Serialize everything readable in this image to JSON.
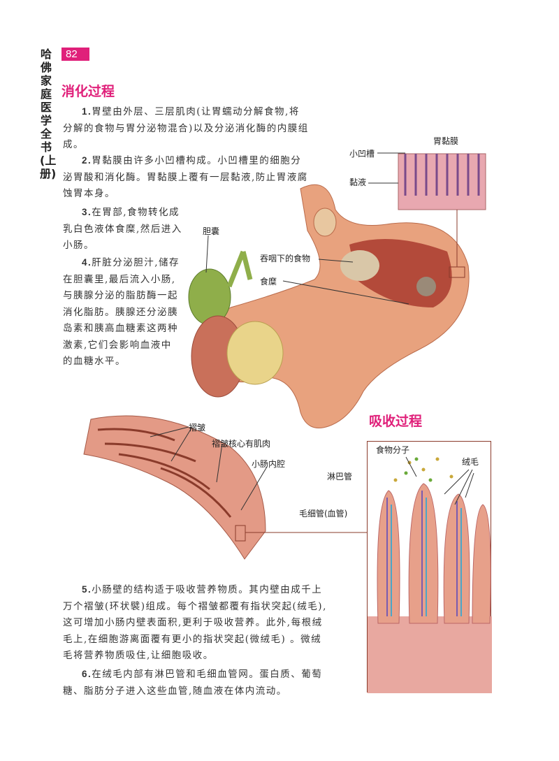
{
  "book_title": "哈佛家庭医学全书(上册)",
  "page_number": "82",
  "section1": {
    "title": "消化过程",
    "p1_num": "1.",
    "p1": "胃壁由外层、三层肌肉(让胃蠕动分解食物,将分解的食物与胃分泌物混合)以及分泌消化酶的内膜组成。",
    "p2_num": "2.",
    "p2": "胃黏膜由许多小凹槽构成。小凹槽里的细胞分泌胃酸和消化酶。胃黏膜上覆有一层黏液,防止胃液腐蚀胃本身。",
    "p3_num": "3.",
    "p3": "在胃部,食物转化成乳白色液体食糜,然后进入小肠。",
    "p4_num": "4.",
    "p4": "肝脏分泌胆汁,储存在胆囊里,最后流入小肠,与胰腺分泌的脂肪酶一起消化脂肪。胰腺还分泌胰岛素和胰高血糖素这两种激素,它们会影响血液中的血糖水平。"
  },
  "stomach_labels": {
    "mucosa": "胃黏膜",
    "pits": "小凹槽",
    "mucus": "黏液",
    "gallbladder": "胆囊",
    "swallowed_food": "吞咽下的食物",
    "chyme": "食糜"
  },
  "intestine_labels": {
    "folds": "褶皱",
    "fold_core": "褶皱核心有肌肉",
    "lumen": "小肠内腔"
  },
  "section2": {
    "title": "吸收过程",
    "labels": {
      "food_molecules": "食物分子",
      "villi": "绒毛",
      "lymph": "淋巴管",
      "capillary": "毛细管(血管)"
    },
    "p5_num": "5.",
    "p5": "小肠壁的结构适于吸收营养物质。其内壁由成千上万个褶皱(环状襞)组成。每个褶皱都覆有指状突起(绒毛),这可增加小肠内壁表面积,更利于吸收营养。此外,每根绒毛上,在细胞游离面覆有更小的指状突起(微绒毛) 。微绒毛将营养物质吸住,让细胞吸收。",
    "p6_num": "6.",
    "p6": "在绒毛内部有淋巴管和毛细血管网。蛋白质、葡萄糖、脂肪分子进入这些血管,随血液在体内流动。"
  },
  "colors": {
    "accent": "#e0207a",
    "frame": "#8a3b2b"
  }
}
